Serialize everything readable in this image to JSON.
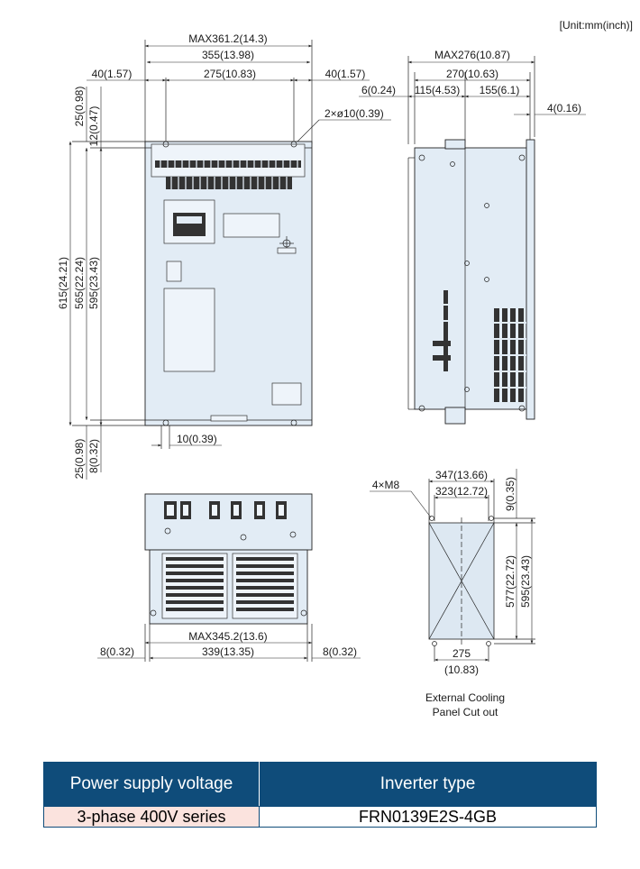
{
  "unit_note": "[Unit:mm(inch)]",
  "front_view": {
    "top": {
      "max_width": "MAX361.2(14.3)",
      "width": "355(13.98)",
      "left_margin": "40(1.57)",
      "center_span": "275(10.83)",
      "right_margin": "40(1.57)",
      "hole_note": "2×ø10(0.39)"
    },
    "left": {
      "top_25": "25(0.98)",
      "top_12": "12(0.47)",
      "h_615": "615(24.21)",
      "h_565": "565(22.24)",
      "h_595": "595(23.43)",
      "bottom_25": "25(0.98)",
      "bottom_8": "8(0.32)"
    },
    "bottom_slot": "10(0.39)"
  },
  "side_view": {
    "max_depth": "MAX276(10.87)",
    "depth": "270(10.63)",
    "flange": "6(0.24)",
    "front_part": "115(4.53)",
    "rear_part": "155(6.1)",
    "plate": "4(0.16)"
  },
  "bottom_view": {
    "max_width": "MAX345.2(13.6)",
    "width": "339(13.35)",
    "left": "8(0.32)",
    "right": "8(0.32)"
  },
  "cutout": {
    "holes": "4×M8",
    "outer_width": "347(13.66)",
    "inner_width": "323(12.72)",
    "top_offset": "9(0.35)",
    "inner_height": "577(22.72)",
    "outer_height": "595(23.43)",
    "pitch_value": "275",
    "pitch_inch": "(10.83)",
    "caption_line1": "External Cooling",
    "caption_line2": "Panel Cut out"
  },
  "table": {
    "headers": [
      "Power supply voltage",
      "Inverter type"
    ],
    "rows": [
      [
        "3-phase 400V series",
        "FRN0139E2S-4GB"
      ]
    ],
    "colors": {
      "header_bg": "#0f4c7a",
      "voltage_bg": "#fbe3de"
    }
  }
}
